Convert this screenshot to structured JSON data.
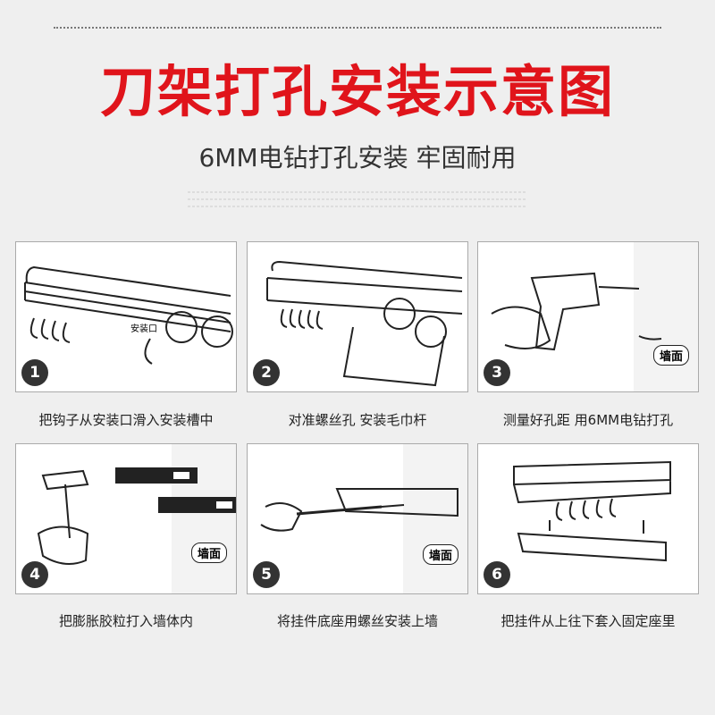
{
  "title": "刀架打孔安装示意图",
  "subtitle": "6MM电钻打孔安装 牢固耐用",
  "steps": [
    {
      "number": "1",
      "caption": "把钩子从安装口滑入安装槽中",
      "label": "安装口"
    },
    {
      "number": "2",
      "caption": "对准螺丝孔 安装毛巾杆"
    },
    {
      "number": "3",
      "caption": "测量好孔距 用6MM电钻打孔",
      "label": "墙面"
    },
    {
      "number": "4",
      "caption": "把膨胀胶粒打入墙体内",
      "label": "墙面"
    },
    {
      "number": "5",
      "caption": "将挂件底座用螺丝安装上墙",
      "label": "墙面"
    },
    {
      "number": "6",
      "caption": "把挂件从上往下套入固定座里"
    }
  ]
}
